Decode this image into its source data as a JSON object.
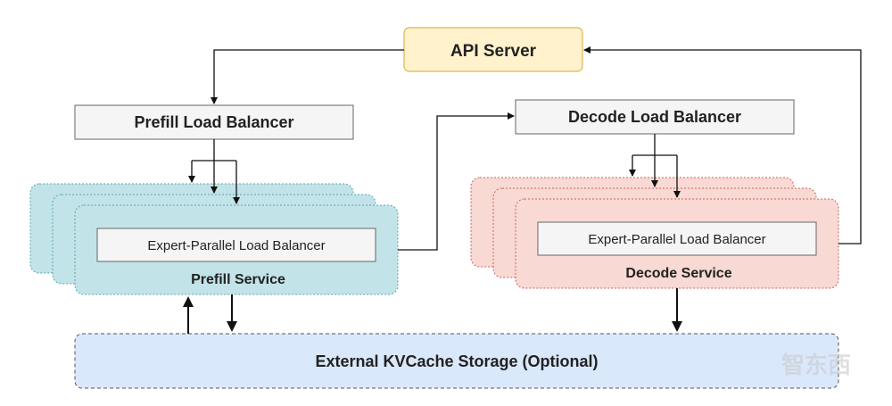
{
  "nodes": {
    "api_server": "API Server",
    "prefill_lb": "Prefill Load Balancer",
    "decode_lb": "Decode Load Balancer",
    "prefill_ep_lb": "Expert-Parallel Load Balancer",
    "prefill_service": "Prefill Service",
    "decode_ep_lb": "Expert-Parallel Load Balancer",
    "decode_service": "Decode Service",
    "kvcache": "External KVCache Storage (Optional)"
  },
  "watermark": "智东西",
  "colors": {
    "api_fill": "#fff2cc",
    "api_stroke": "#d6b656",
    "lb_fill": "#f5f5f5",
    "lb_stroke": "#666666",
    "prefill_fill": "#c2e3e8",
    "prefill_stroke": "#5aa6b3",
    "decode_fill": "#f8d9d3",
    "decode_stroke": "#c9625a",
    "kv_fill": "#dae8fc",
    "kv_stroke": "#555555"
  }
}
